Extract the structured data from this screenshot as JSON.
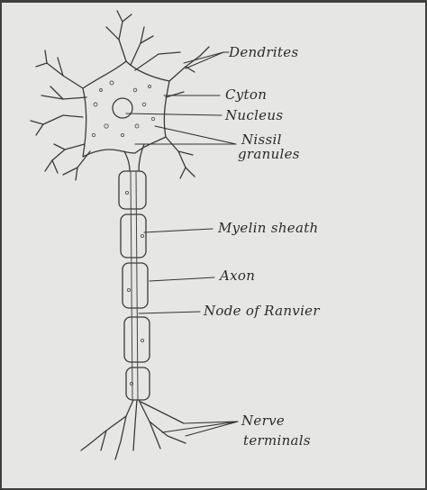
{
  "labels": {
    "dendrites": "Dendrites",
    "cyton": "Cyton",
    "nucleus": "Nucleus",
    "nissil_line1": "Nissil",
    "nissil_line2": "granules",
    "myelin": "Myelin sheath",
    "axon": "Axon",
    "node": "Node of Ranvier",
    "terminals_line1": "Nerve",
    "terminals_line2": "terminals"
  },
  "colors": {
    "paper": "#e6e6e4",
    "frame": "#3f3f3f",
    "ink": "#3a3a3a"
  }
}
